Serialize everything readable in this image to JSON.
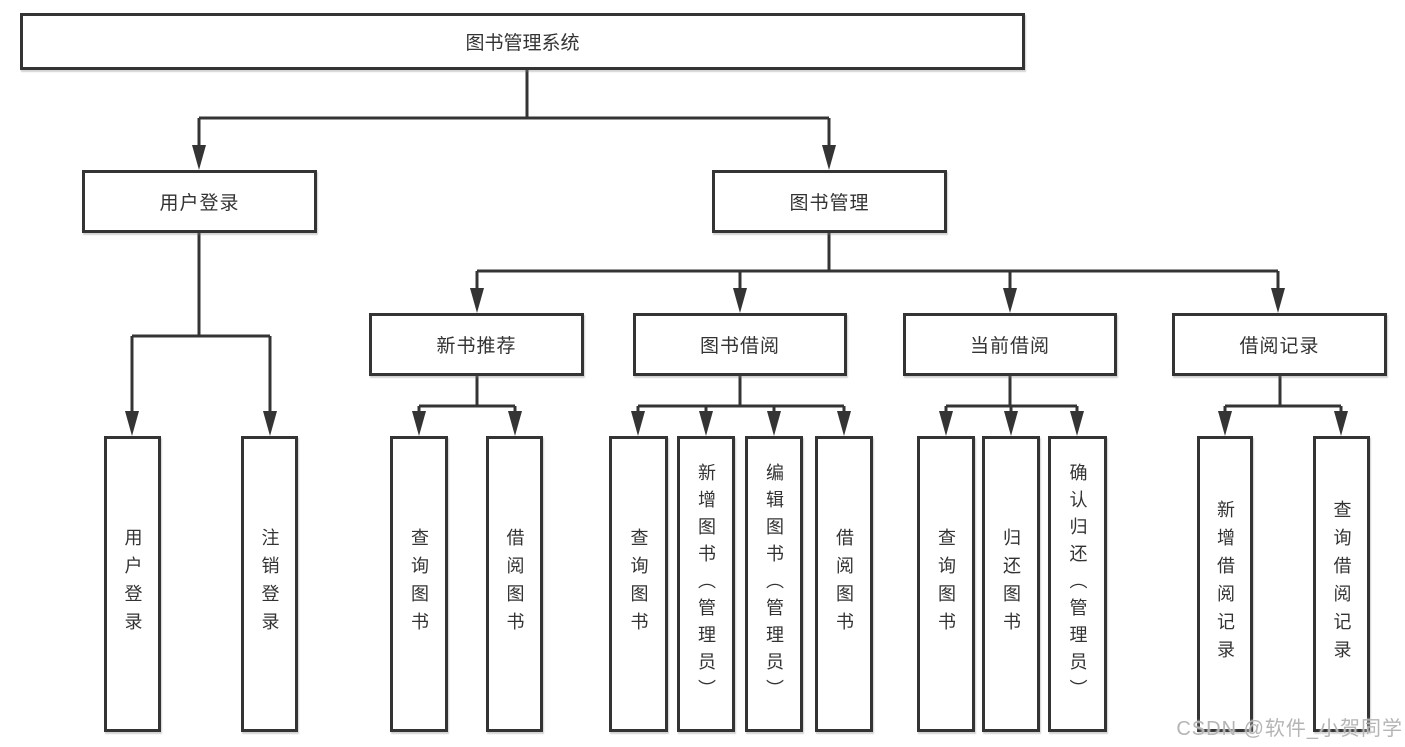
{
  "colors": {
    "line": "#343434",
    "box_border": "#343434",
    "text": "#333333",
    "background": "#ffffff",
    "watermark": "#b5b5b5"
  },
  "watermark": "CSDN @软件_小贺同学",
  "tree": {
    "root": "图书管理系统",
    "children": [
      {
        "label": "用户登录",
        "children": [
          "用户登录",
          "注销登录"
        ]
      },
      {
        "label": "图书管理",
        "children": [
          {
            "label": "新书推荐",
            "children": [
              "查询图书",
              "借阅图书"
            ]
          },
          {
            "label": "图书借阅",
            "children": [
              "查询图书",
              "新增图书（管理员）",
              "编辑图书（管理员）",
              "借阅图书"
            ]
          },
          {
            "label": "当前借阅",
            "children": [
              "查询图书",
              "归还图书",
              "确认归还（管理员）"
            ]
          },
          {
            "label": "借阅记录",
            "children": [
              "新增借阅记录",
              "查询借阅记录"
            ]
          }
        ]
      }
    ]
  }
}
